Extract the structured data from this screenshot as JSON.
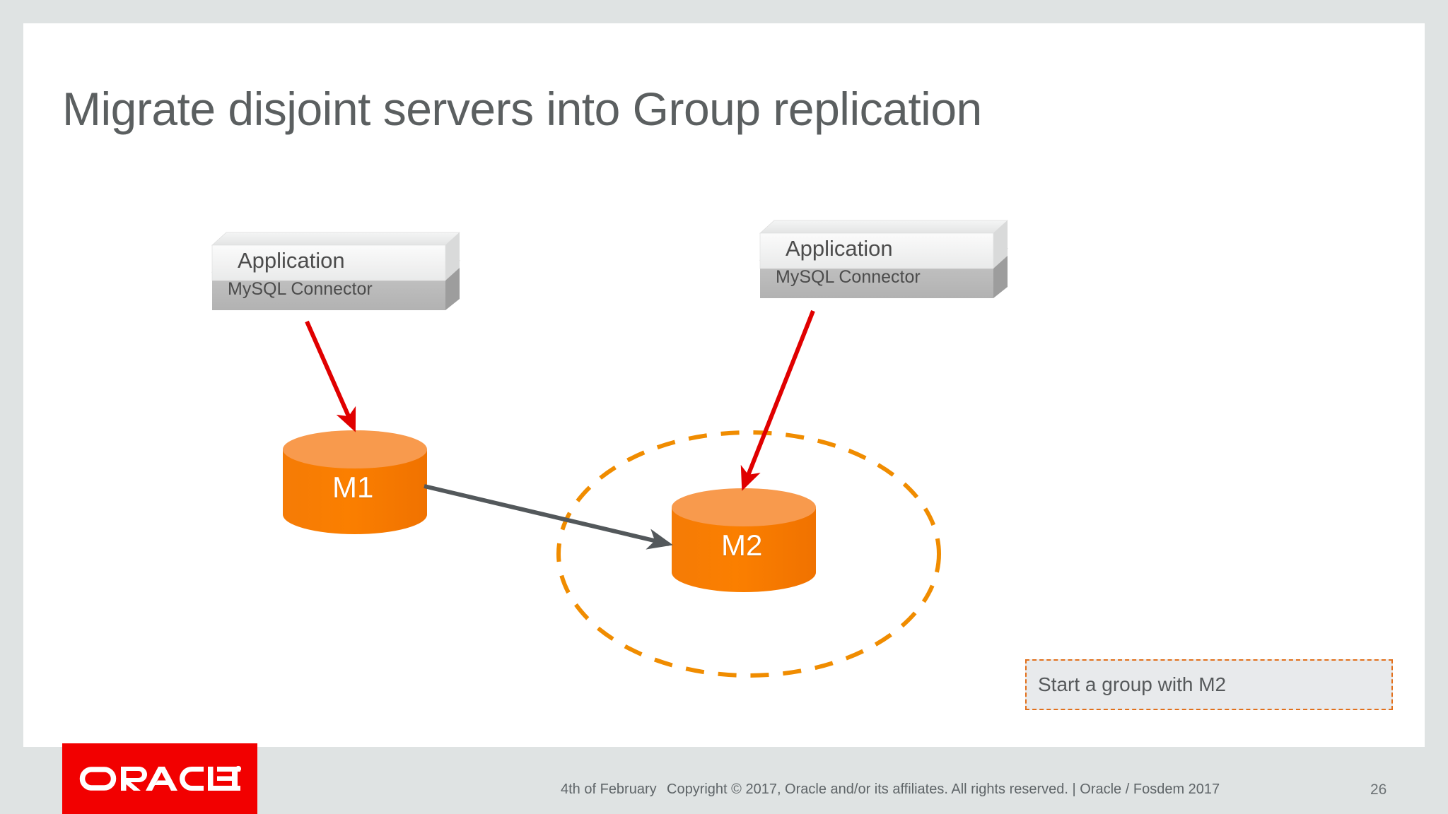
{
  "slide": {
    "title": "Migrate disjoint servers into Group replication",
    "page_number": "26",
    "background_color": "#dfe3e3",
    "canvas_color": "#ffffff",
    "title_color": "#5b5f60"
  },
  "app_stacks": [
    {
      "id": "left",
      "application_label": "Application",
      "connector_label": "MySQL Connector",
      "application_fill": "#f2f3f3",
      "connector_fill": "#b9b9b9"
    },
    {
      "id": "right",
      "application_label": "Application",
      "connector_label": "MySQL Connector",
      "application_fill": "#f2f3f3",
      "connector_fill": "#b9b9b9"
    }
  ],
  "servers": [
    {
      "id": "m1",
      "label": "M1",
      "body_color": "#fb7d00",
      "top_color": "#f89a4d",
      "in_group": false
    },
    {
      "id": "m2",
      "label": "M2",
      "body_color": "#fb7d00",
      "top_color": "#f89a4d",
      "in_group": true
    }
  ],
  "group_boundary": {
    "shape": "ellipse",
    "style": "dashed",
    "color": "#f08c00",
    "encloses": "M2"
  },
  "arrows": [
    {
      "id": "app1-to-m1",
      "color": "#e00000",
      "from": "left MySQL Connector",
      "to": "M1"
    },
    {
      "id": "app2-to-m2",
      "color": "#e00000",
      "from": "right MySQL Connector",
      "to": "M2"
    },
    {
      "id": "m1-to-m2",
      "color": "#53585b",
      "from": "M1",
      "to": "M2"
    }
  ],
  "callout": {
    "text": "Start a group with M2",
    "border_color": "#e2701b",
    "fill_color": "#e8eaec",
    "text_color": "#56595b"
  },
  "footer": {
    "date": "4th of February",
    "copyright": "Copyright © 2017, Oracle and/or its affiliates. All rights reserved.  |  Oracle / Fosdem 2017",
    "logo_text": "ORACLE",
    "logo_color": "#f20000",
    "band_color": "#dfe3e3"
  }
}
